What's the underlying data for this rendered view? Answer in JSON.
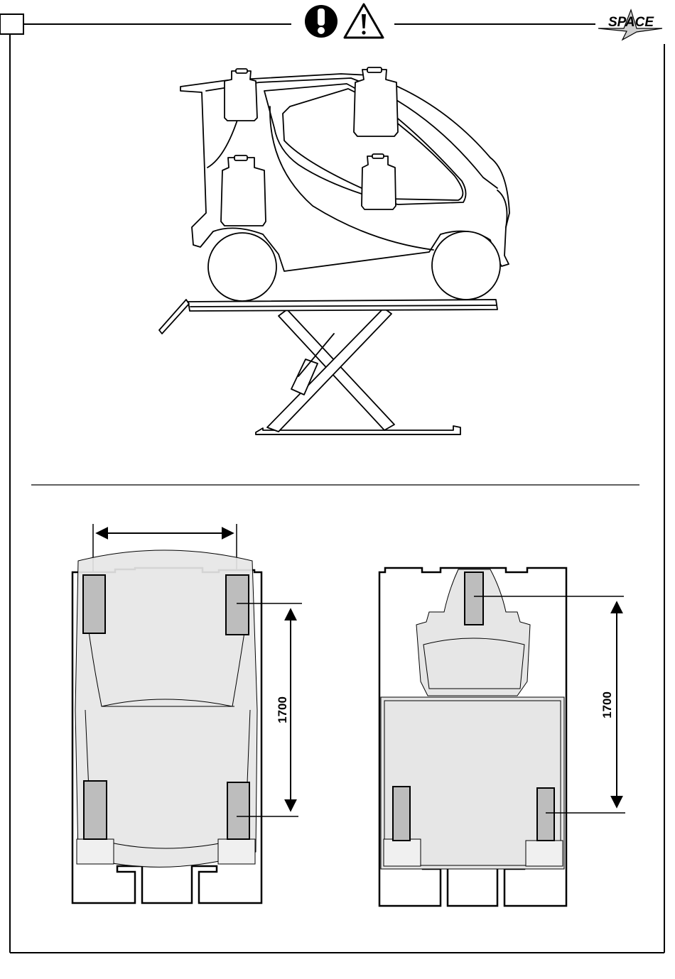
{
  "header": {
    "brand_logo": "SPACE",
    "warning_icons": [
      "mandatory-action-icon",
      "warning-triangle-icon"
    ]
  },
  "diagram": {
    "side_view": {
      "description_icons": [
        "weight-icon",
        "weight-icon",
        "weight-icon",
        "weight-icon"
      ]
    },
    "top_view_car": {
      "dimension_length": "1700"
    },
    "top_view_van": {
      "dimension_length": "1700"
    }
  },
  "colors": {
    "line": "#000000",
    "vehicle_fill": "#e9e9e9",
    "pad_fill": "#bdbdbd"
  }
}
